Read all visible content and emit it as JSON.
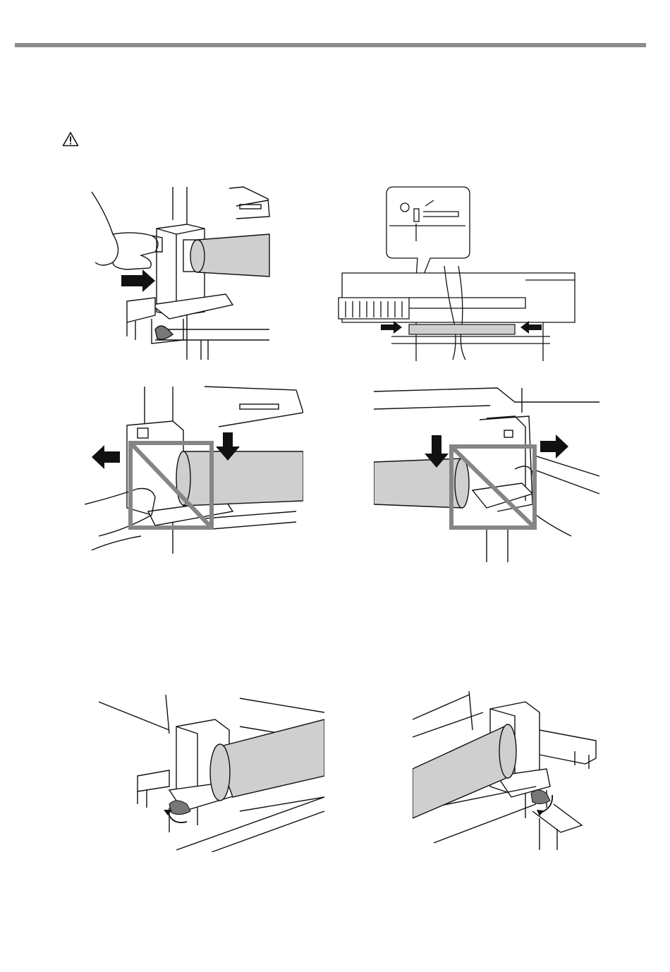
{
  "page": {
    "caution_icon": "warning-triangle-icon"
  },
  "figures": [
    {
      "id": "fig1",
      "depicts": "hand-sliding-left-roll-holder-icon"
    },
    {
      "id": "fig2",
      "depicts": "printer-front-with-position-callout-icon"
    },
    {
      "id": "fig3",
      "depicts": "prohibited-left-holder-pull-icon"
    },
    {
      "id": "fig4",
      "depicts": "prohibited-right-holder-pull-icon"
    },
    {
      "id": "fig5",
      "depicts": "left-holder-knob-tighten-icon"
    },
    {
      "id": "fig6",
      "depicts": "right-holder-knob-tighten-icon"
    }
  ],
  "colors": {
    "rule": "#8c8c8c",
    "roll_fill": "#cfcfcf",
    "prohibit_mark": "#858585",
    "line_art": "#111111"
  }
}
